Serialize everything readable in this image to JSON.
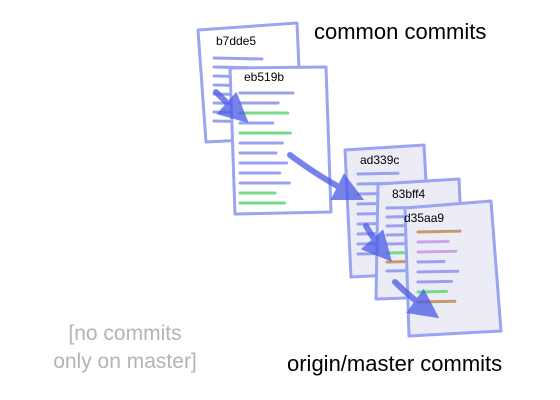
{
  "labels": {
    "common_commits": "common commits",
    "origin_master_commits": "origin/master commits",
    "no_commits_line1": "[no commits",
    "no_commits_line2": "only on master]"
  },
  "commits": [
    {
      "id": "b7dde5",
      "group": "common",
      "lines": [
        "blue",
        "blue",
        "blue",
        "blue",
        "blue",
        "blue",
        "blue",
        "blue"
      ]
    },
    {
      "id": "eb519b",
      "group": "common",
      "lines": [
        "blue",
        "blue",
        "green",
        "blue",
        "green",
        "blue",
        "blue",
        "blue",
        "blue",
        "blue",
        "green",
        "green"
      ]
    },
    {
      "id": "ad339c",
      "group": "origin/master",
      "lines": [
        "blue",
        "blue",
        "blue",
        "blue",
        "blue",
        "blue",
        "blue",
        "blue",
        "blue"
      ]
    },
    {
      "id": "83bff4",
      "group": "origin/master",
      "lines": [
        "blue",
        "blue",
        "blue",
        "blue",
        "blue",
        "green",
        "brown",
        "blue"
      ]
    },
    {
      "id": "d35aa9",
      "group": "origin/master",
      "lines": [
        "brown",
        "purple",
        "purple",
        "blue",
        "blue",
        "blue",
        "green",
        "brown"
      ]
    }
  ],
  "colors": {
    "border": "#9aa4f2",
    "page_fill": "#ffffff",
    "page_fill_shaded": "#ececf7",
    "blue_line": "#9aa2ef",
    "green_line": "#74dc88",
    "purple_line": "#cba6e6",
    "brown_line": "#c69a6c",
    "arrow": "#4a5ae6",
    "heading_text": "#000000",
    "note_text": "#b4b4b4"
  }
}
